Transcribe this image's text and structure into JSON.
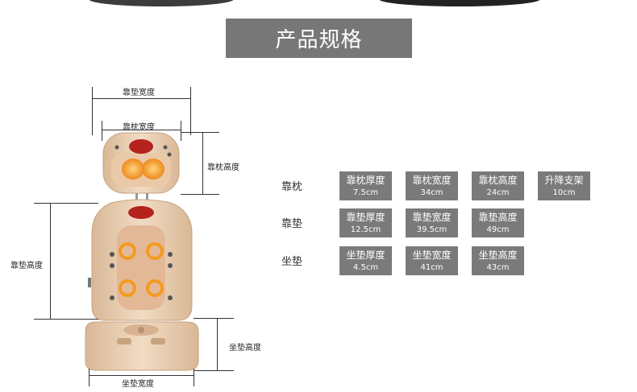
{
  "title": "产品规格",
  "dimensions": {
    "backrest_width": "靠垫宽度",
    "pillow_width": "靠枕宽度",
    "pillow_height": "靠枕高度",
    "backrest_height": "靠垫高度",
    "seat_height": "坐垫高度",
    "seat_width": "坐垫宽度"
  },
  "specs": [
    {
      "label": "靠枕",
      "items": [
        {
          "name": "靠枕厚度",
          "value": "7.5cm"
        },
        {
          "name": "靠枕宽度",
          "value": "34cm"
        },
        {
          "name": "靠枕高度",
          "value": "24cm"
        },
        {
          "name": "升降支架",
          "value": "10cm"
        }
      ]
    },
    {
      "label": "靠垫",
      "items": [
        {
          "name": "靠垫厚度",
          "value": "12.5cm"
        },
        {
          "name": "靠垫宽度",
          "value": "39.5cm"
        },
        {
          "name": "靠垫高度",
          "value": "49cm"
        }
      ]
    },
    {
      "label": "坐垫",
      "items": [
        {
          "name": "坐垫厚度",
          "value": "4.5cm"
        },
        {
          "name": "坐垫宽度",
          "value": "41cm"
        },
        {
          "name": "坐垫高度",
          "value": "43cm"
        }
      ]
    }
  ]
}
